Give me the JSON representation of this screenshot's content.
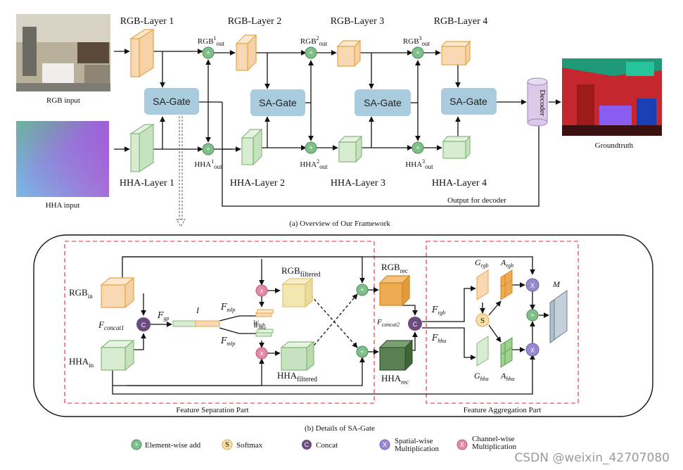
{
  "inputs": {
    "rgb": "RGB input",
    "hha": "HHA input",
    "gt": "Groundtruth"
  },
  "rgb_layers": [
    "RGB-Layer 1",
    "RGB-Layer 2",
    "RGB-Layer 3",
    "RGB-Layer 4"
  ],
  "hha_layers": [
    "HHA-Layer 1",
    "HHA-Layer 2",
    "HHA-Layer 3",
    "HHA-Layer 4"
  ],
  "rgb_out": [
    {
      "base": "RGB",
      "sup": "1",
      "sub": "out"
    },
    {
      "base": "RGB",
      "sup": "2",
      "sub": "out"
    },
    {
      "base": "RGB",
      "sup": "3",
      "sub": "out"
    }
  ],
  "hha_out": [
    {
      "base": "HHA",
      "sup": "1",
      "sub": "out"
    },
    {
      "base": "HHA",
      "sup": "2",
      "sub": "out"
    },
    {
      "base": "HHA",
      "sup": "3",
      "sub": "out"
    }
  ],
  "gate": "SA-Gate",
  "decoder": "Decoder",
  "output_label": "Output for decoder",
  "caption_a": "(a) Overview of Our Framework",
  "caption_b": "(b) Details of SA-Gate",
  "detail": {
    "rgb_in": {
      "base": "RGB",
      "sub": "in"
    },
    "hha_in": {
      "base": "HHA",
      "sub": "in"
    },
    "rgb_filtered": {
      "base": "RGB",
      "sub": "filtered"
    },
    "hha_filtered": {
      "base": "HHA",
      "sub": "filtered"
    },
    "rgb_rec": {
      "base": "RGB",
      "sub": "rec"
    },
    "hha_rec": {
      "base": "HHA",
      "sub": "rec"
    },
    "f_concat1": {
      "base": "F",
      "sub": "concat1"
    },
    "f_concat2": {
      "base": "F",
      "sub": "concat2"
    },
    "f_gp": {
      "base": "F",
      "sub": "gp"
    },
    "f_mlp": {
      "base": "F",
      "sub": "mlp"
    },
    "f_rgb": {
      "base": "F",
      "sub": "rgb"
    },
    "f_hha": {
      "base": "F",
      "sub": "hha"
    },
    "i": "I",
    "w_rgb": {
      "base": "W",
      "sub": "rgb"
    },
    "w_hha": {
      "base": "W",
      "sub": "hha"
    },
    "g_rgb": {
      "base": "G",
      "sub": "rgb"
    },
    "a_rgb": {
      "base": "A",
      "sub": "rgb"
    },
    "g_hha": {
      "base": "G",
      "sub": "hha"
    },
    "a_hha": {
      "base": "A",
      "sub": "hha"
    },
    "m": "M",
    "part1": "Feature Separation Part",
    "part2": "Feature Aggregation Part"
  },
  "ops": {
    "c": "C",
    "x": "x",
    "s": "S",
    "X": "X"
  },
  "legend": [
    {
      "symbol": "+",
      "label": "Element-wise add",
      "color": "#7fbf8a"
    },
    {
      "symbol": "S",
      "label": "Softmax",
      "color": "#f7e0a8"
    },
    {
      "symbol": "C",
      "label": "Concat",
      "color": "#6a4c7e"
    },
    {
      "symbol": "X",
      "label_lines": [
        "Spatial-wise",
        "Multiplication"
      ],
      "color": "#9a88cf"
    },
    {
      "symbol": "X",
      "label_lines": [
        "Channel-wise",
        "Multiplication"
      ],
      "color": "#e58aa6"
    }
  ],
  "watermark": "CSDN @weixin_42707080",
  "colors": {
    "rgb_cube": "#f8d9b4",
    "rgb_edge": "#e4a546",
    "hha_cube": "#d8ecd2",
    "hha_edge": "#86b97b",
    "gate": "#a8cbdd",
    "decoder": "#dcc9ea",
    "add": "#7fbf8a",
    "concat": "#6a4c7e",
    "chan": "#e58aa6",
    "spat": "#9a88cf",
    "dash": "#ef6b6b"
  }
}
